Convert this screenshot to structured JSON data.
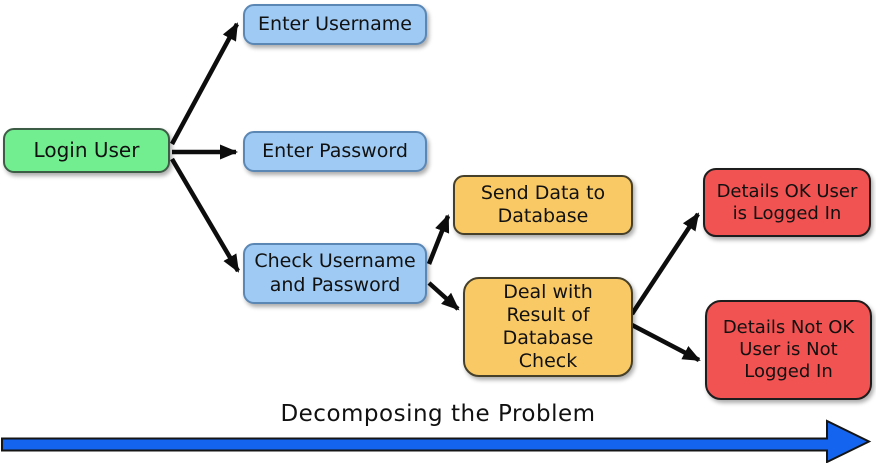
{
  "caption": "Decomposing the Problem",
  "nodes": {
    "login": {
      "label": "Login User"
    },
    "enter_username": {
      "label": "Enter Username"
    },
    "enter_password": {
      "label": "Enter Password"
    },
    "check": {
      "label": "Check Username\nand Password"
    },
    "send_data": {
      "label": "Send Data to\nDatabase"
    },
    "deal_result": {
      "label": "Deal with\nResult of\nDatabase\nCheck"
    },
    "details_ok": {
      "label": "Details OK User\nis Logged In"
    },
    "details_not_ok": {
      "label": "Details Not OK\nUser is Not\nLogged In"
    }
  },
  "colors": {
    "green_fill": "#72ee90",
    "green_border": "#3d5c46",
    "blue_fill": "#9ecaf3",
    "blue_border": "#5b87b5",
    "orange_fill": "#f9c965",
    "orange_border": "#46402a",
    "red_fill": "#f15252",
    "red_border": "#1d1d1d",
    "arrow_fill": "#1464f0",
    "arrow_outline": "#151515",
    "connector_color": "#0d0d0d",
    "text_color": "#111111"
  }
}
